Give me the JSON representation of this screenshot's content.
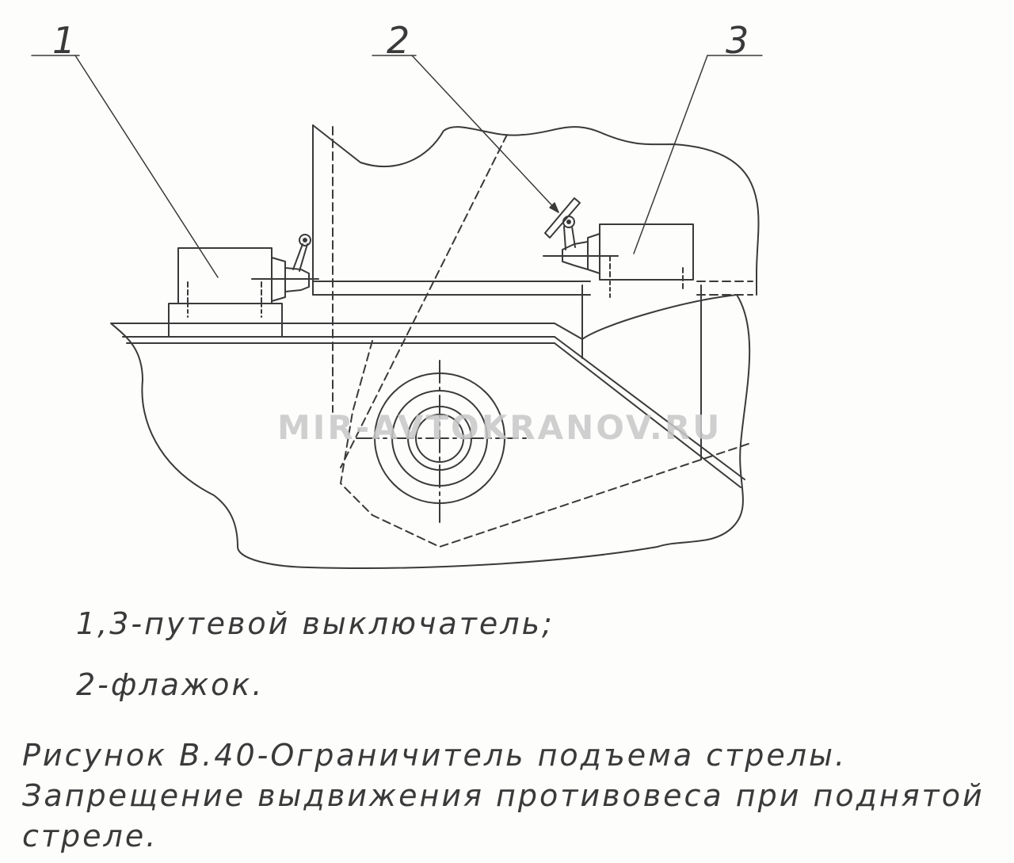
{
  "callouts": [
    {
      "label": "1"
    },
    {
      "label": "2"
    },
    {
      "label": "3"
    }
  ],
  "legend": [
    "1,3-путевой выключатель;",
    "2-флажок."
  ],
  "caption": {
    "line1": "Рисунок В.40-Ограничитель подъема стрелы.",
    "line2": "Запрещение выдвижения противовеса при поднятой",
    "line3": "стреле."
  },
  "watermark": "MIR-AVTOKRANOV.RU",
  "colors": {
    "ink": "#3a3a3a",
    "paper": "#fdfdfc",
    "watermark": "#c8c8c8"
  }
}
